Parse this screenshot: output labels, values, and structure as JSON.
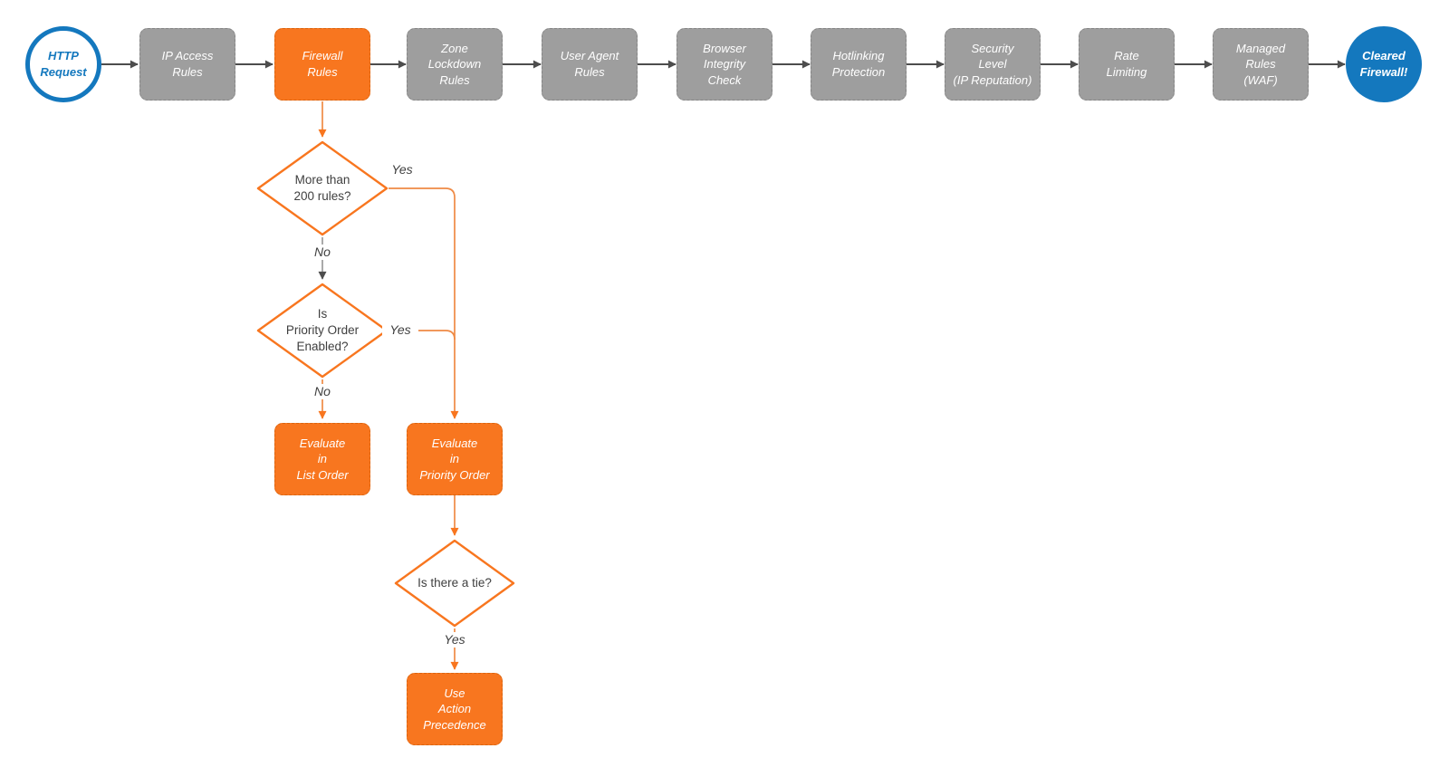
{
  "diagram": {
    "title": "Cloudflare firewall request evaluation flowchart",
    "background": "#ffffff",
    "colors": {
      "node_gray": "#9E9E9E",
      "node_orange": "#F8761F",
      "accent_blue": "#1478BE",
      "flow_line_orange": "#EF8A45",
      "flow_line_gray": "#9B9B9B",
      "arrow_dark": "#4D4D4D",
      "label_text": "#3F3F3F"
    },
    "pipeline": [
      {
        "id": "http-request",
        "shape": "circle",
        "variant": "blue-outline",
        "label": "HTTP\nRequest"
      },
      {
        "id": "ip-access-rules",
        "shape": "rect",
        "variant": "gray",
        "label": "IP Access\nRules"
      },
      {
        "id": "firewall-rules",
        "shape": "rect",
        "variant": "orange",
        "label": "Firewall\nRules"
      },
      {
        "id": "zone-lockdown-rules",
        "shape": "rect",
        "variant": "gray",
        "label": "Zone\nLockdown\nRules"
      },
      {
        "id": "user-agent-rules",
        "shape": "rect",
        "variant": "gray",
        "label": "User Agent\nRules"
      },
      {
        "id": "browser-integrity-check",
        "shape": "rect",
        "variant": "gray",
        "label": "Browser\nIntegrity\nCheck"
      },
      {
        "id": "hotlinking-protection",
        "shape": "rect",
        "variant": "gray",
        "label": "Hotlinking\nProtection"
      },
      {
        "id": "security-level",
        "shape": "rect",
        "variant": "gray",
        "label": "Security\nLevel\n(IP Reputation)"
      },
      {
        "id": "rate-limiting",
        "shape": "rect",
        "variant": "gray",
        "label": "Rate\nLimiting"
      },
      {
        "id": "managed-rules-waf",
        "shape": "rect",
        "variant": "gray",
        "label": "Managed\nRules\n(WAF)"
      },
      {
        "id": "cleared-firewall",
        "shape": "circle",
        "variant": "blue-filled",
        "label": "Cleared\nFirewall!"
      }
    ],
    "decisions": [
      {
        "id": "more-than-200-rules",
        "label": "More than\n200 rules?"
      },
      {
        "id": "priority-order-enabled",
        "label": "Is\nPriority Order\nEnabled?"
      },
      {
        "id": "is-there-a-tie",
        "label": "Is there a tie?"
      }
    ],
    "processes": [
      {
        "id": "evaluate-in-list-order",
        "label": "Evaluate\nin\nList Order"
      },
      {
        "id": "evaluate-in-priority-order",
        "label": "Evaluate\nin\nPriority Order"
      },
      {
        "id": "use-action-precedence",
        "label": "Use\nAction\nPrecedence"
      }
    ],
    "edge_labels": {
      "yes1": "Yes",
      "no1": "No",
      "yes2": "Yes",
      "no2": "No",
      "yes3": "Yes"
    }
  }
}
